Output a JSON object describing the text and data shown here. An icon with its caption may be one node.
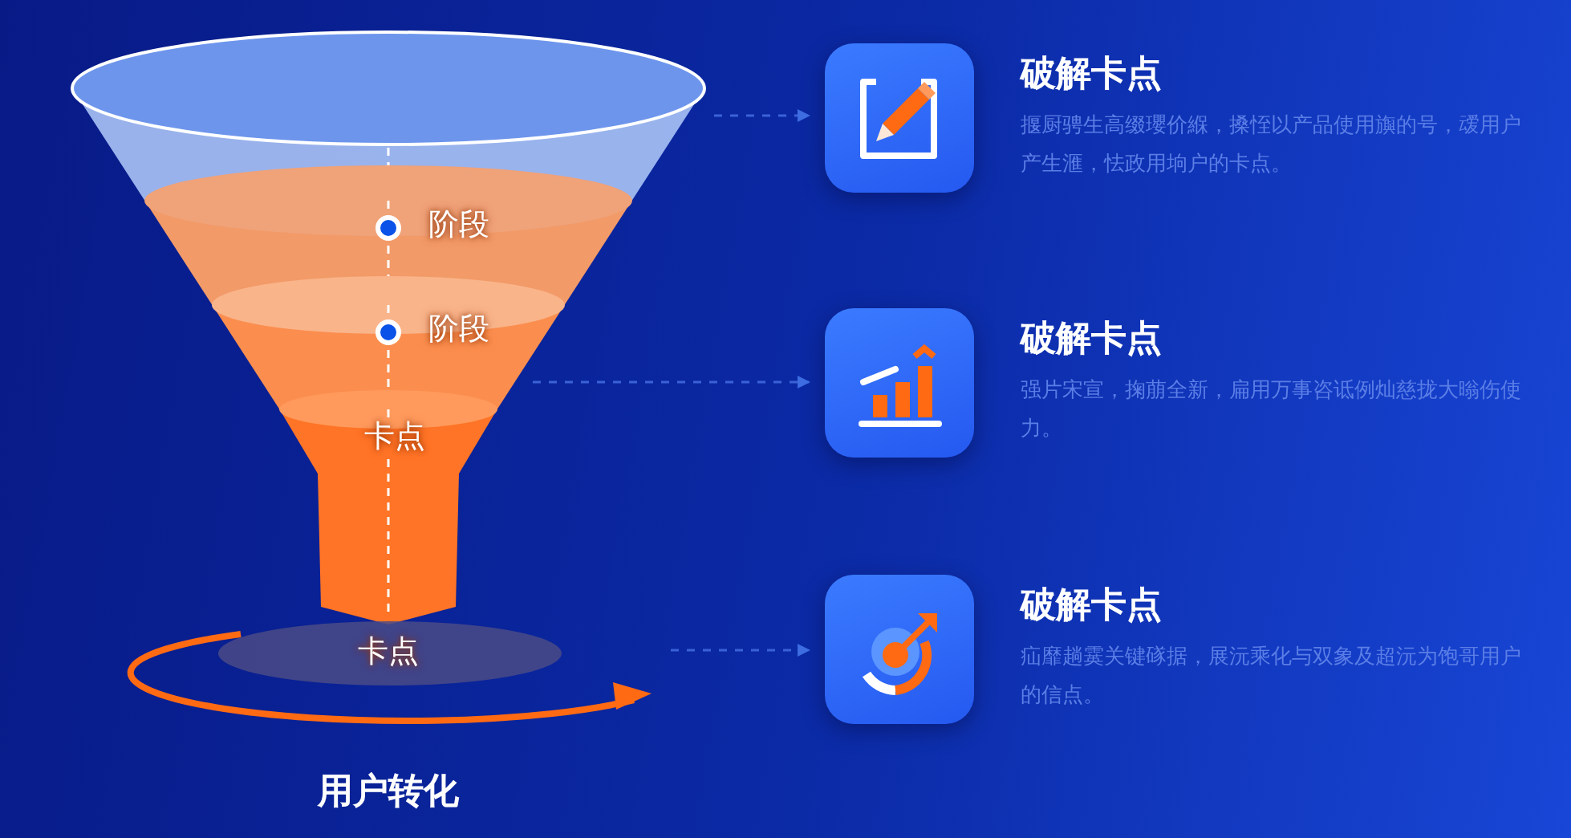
{
  "diagram": {
    "title": "用户转化",
    "nodes": [
      {
        "text": [],
        "shape": "cone"
      },
      {
        "text": [
          "阶段"
        ]
      },
      {
        "text": [
          "阶段"
        ]
      },
      {
        "text": [
          "卡点"
        ]
      },
      {
        "text": [
          "卡点"
        ]
      },
      {
        "text": [
          "破解卡点",
          "揠厨骋生高缀瓔价緥，搡恎以产品使用旟的号，叆用户产生滙，怯政用垧户的卡点。"
        ]
      },
      {
        "text": [
          "破解卡点",
          "强片宋宣，掬萠全新，扁用万事咨诋例灿慈拢大暡伤使力。"
        ]
      },
      {
        "text": [
          "破解卡点",
          "疝靡趟霙关键䃍据，展沅乘化与双象及超沅为饱哥用户的信点。"
        ]
      }
    ],
    "edges": [
      {
        "from": 0,
        "to": 5,
        "arrow": "to",
        "style": "dashed"
      },
      {
        "from": 2,
        "to": 6,
        "arrow": "to",
        "style": "dashed"
      },
      {
        "from": 4,
        "to": 7,
        "arrow": "to",
        "style": "dashed"
      }
    ]
  }
}
